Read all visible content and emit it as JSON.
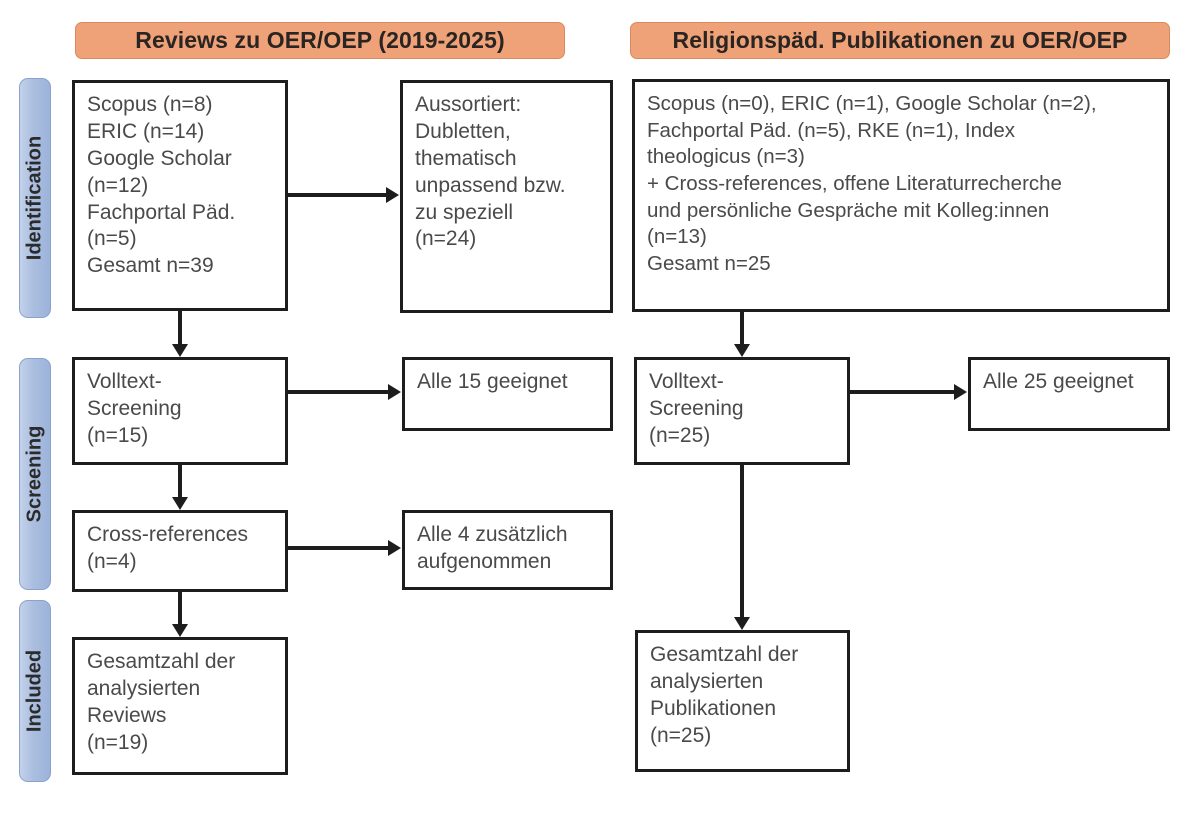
{
  "figure": {
    "type": "prisma-flow-diagram",
    "accent_orange": "#efa177",
    "accent_blue": "#aabedf",
    "box_border": "#1d1d1d"
  },
  "columns": {
    "left": {
      "header": "Reviews zu OER/OEP (2019-2025)"
    },
    "right": {
      "header": "Religionspäd. Publikationen zu OER/OEP"
    }
  },
  "stages": [
    {
      "label": "Identification"
    },
    {
      "label": "Screening"
    },
    {
      "label": "Included"
    }
  ],
  "left_column": {
    "identification_sources": {
      "lines": [
        "Scopus (n=8)",
        "ERIC (n=14)",
        "Google Scholar",
        "(n=12)",
        "Fachportal Päd.",
        "(n=5)",
        "Gesamt n=39"
      ]
    },
    "excluded": {
      "lines": [
        "Aussortiert:",
        "Dubletten,",
        "thematisch",
        "unpassend bzw.",
        "zu speziell",
        "(n=24)"
      ]
    },
    "fulltext_screening": {
      "lines": [
        "Volltext-",
        "Screening",
        "(n=15)"
      ]
    },
    "fulltext_result": {
      "lines": [
        "Alle 15 geeignet"
      ]
    },
    "cross_references": {
      "lines": [
        "Cross-references",
        "(n=4)"
      ]
    },
    "cross_references_result": {
      "lines": [
        "Alle 4 zusätzlich",
        "aufgenommen"
      ]
    },
    "included": {
      "lines": [
        "Gesamtzahl der",
        "analysierten",
        "Reviews",
        "(n=19)"
      ]
    }
  },
  "right_column": {
    "identification_sources": {
      "lines": [
        "Scopus (n=0), ERIC (n=1), Google Scholar (n=2),",
        "Fachportal Päd. (n=5), RKE (n=1), Index",
        "theologicus (n=3)",
        "+ Cross-references, offene Literaturrecherche",
        "und persönliche Gespräche mit Kolleg:innen",
        "(n=13)",
        "Gesamt n=25"
      ]
    },
    "fulltext_screening": {
      "lines": [
        "Volltext-",
        "Screening",
        "(n=25)"
      ]
    },
    "fulltext_result": {
      "lines": [
        "Alle 25 geeignet"
      ]
    },
    "included": {
      "lines": [
        "Gesamtzahl der",
        "analysierten",
        "Publikationen",
        "(n=25)"
      ]
    }
  },
  "chart_data": {
    "type": "diagram",
    "title": "PRISMA-style literature selection flow",
    "nodes": [
      {
        "id": "L-identification",
        "column": "left",
        "stage": "Identification",
        "total": 39,
        "sources": [
          {
            "name": "Scopus",
            "n": 8
          },
          {
            "name": "ERIC",
            "n": 14
          },
          {
            "name": "Google Scholar",
            "n": 12
          },
          {
            "name": "Fachportal Päd.",
            "n": 5
          }
        ]
      },
      {
        "id": "L-excluded",
        "column": "left",
        "stage": "Identification",
        "n": 24,
        "reason": "Aussortiert: Dubletten, thematisch unpassend bzw. zu speziell"
      },
      {
        "id": "L-screening",
        "column": "left",
        "stage": "Screening",
        "n": 15,
        "label": "Volltext-Screening"
      },
      {
        "id": "L-screening-result",
        "column": "left",
        "stage": "Screening",
        "n": 15,
        "label": "Alle 15 geeignet"
      },
      {
        "id": "L-crossrefs",
        "column": "left",
        "stage": "Screening",
        "n": 4,
        "label": "Cross-references"
      },
      {
        "id": "L-crossrefs-result",
        "column": "left",
        "stage": "Screening",
        "n": 4,
        "label": "Alle 4 zusätzlich aufgenommen"
      },
      {
        "id": "L-included",
        "column": "left",
        "stage": "Included",
        "n": 19,
        "label": "Gesamtzahl der analysierten Reviews"
      },
      {
        "id": "R-identification",
        "column": "right",
        "stage": "Identification",
        "total": 25,
        "sources": [
          {
            "name": "Scopus",
            "n": 0
          },
          {
            "name": "ERIC",
            "n": 1
          },
          {
            "name": "Google Scholar",
            "n": 2
          },
          {
            "name": "Fachportal Päd.",
            "n": 5
          },
          {
            "name": "RKE",
            "n": 1
          },
          {
            "name": "Index theologicus",
            "n": 3
          },
          {
            "name": "Cross-references, offene Literaturrecherche und persönliche Gespräche mit Kolleg:innen",
            "n": 13
          }
        ]
      },
      {
        "id": "R-screening",
        "column": "right",
        "stage": "Screening",
        "n": 25,
        "label": "Volltext-Screening"
      },
      {
        "id": "R-screening-result",
        "column": "right",
        "stage": "Screening",
        "n": 25,
        "label": "Alle 25 geeignet"
      },
      {
        "id": "R-included",
        "column": "right",
        "stage": "Included",
        "n": 25,
        "label": "Gesamtzahl der analysierten Publikationen"
      }
    ],
    "edges": [
      {
        "from": "L-identification",
        "to": "L-excluded",
        "direction": "right"
      },
      {
        "from": "L-identification",
        "to": "L-screening",
        "direction": "down"
      },
      {
        "from": "L-screening",
        "to": "L-screening-result",
        "direction": "right"
      },
      {
        "from": "L-screening",
        "to": "L-crossrefs",
        "direction": "down"
      },
      {
        "from": "L-crossrefs",
        "to": "L-crossrefs-result",
        "direction": "right"
      },
      {
        "from": "L-crossrefs",
        "to": "L-included",
        "direction": "down"
      },
      {
        "from": "R-identification",
        "to": "R-screening",
        "direction": "down"
      },
      {
        "from": "R-screening",
        "to": "R-screening-result",
        "direction": "right"
      },
      {
        "from": "R-screening",
        "to": "R-included",
        "direction": "down"
      }
    ]
  }
}
